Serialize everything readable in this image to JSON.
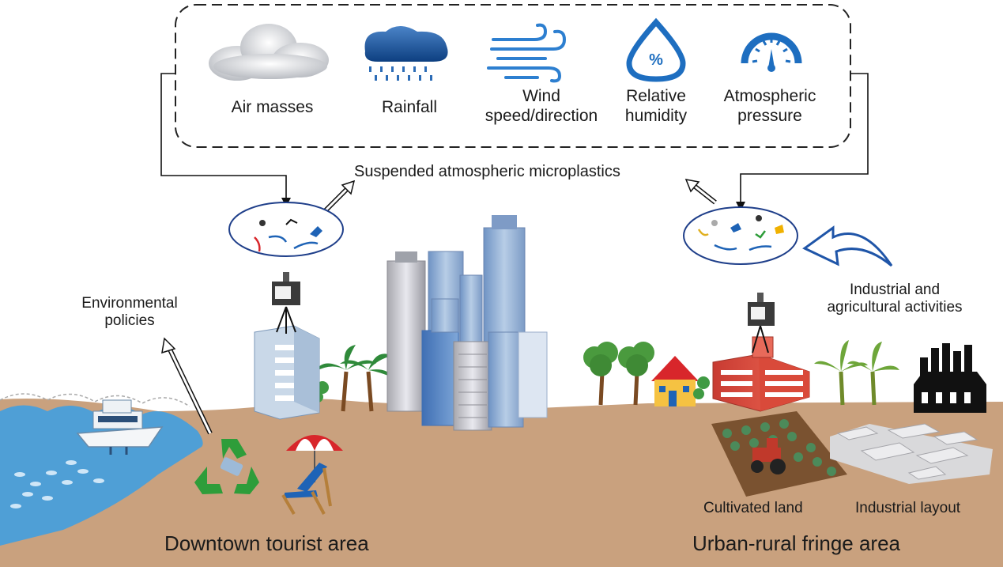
{
  "factors": [
    {
      "label": "Air masses",
      "icon": "cloud-icon"
    },
    {
      "label": "Rainfall",
      "icon": "rain-cloud-icon"
    },
    {
      "label": "Wind speed/direction",
      "line1": "Wind",
      "line2": "speed/direction",
      "icon": "wind-icon"
    },
    {
      "label": "Relative humidity",
      "line1": "Relative",
      "line2": "humidity",
      "icon": "humidity-drop-icon"
    },
    {
      "label": "Atmospheric pressure",
      "line1": "Atmospheric",
      "line2": "pressure",
      "icon": "pressure-gauge-icon"
    }
  ],
  "center_label": "Suspended atmospheric microplastics",
  "left": {
    "policy_line1": "Environmental",
    "policy_line2": "policies",
    "area_label": "Downtown tourist area"
  },
  "right": {
    "activity_line1": "Industrial and",
    "activity_line2": "agricultural activities",
    "cultivated_label": "Cultivated land",
    "industrial_label": "Industrial layout",
    "area_label": "Urban-rural fringe area"
  },
  "colors": {
    "ground": "#c9a17e",
    "water": "#4f9fd6",
    "accent_blue": "#1f6fb8",
    "building_blue": "#8fb3d9",
    "recycle_green": "#2e9d3a",
    "factory_black": "#111111"
  }
}
